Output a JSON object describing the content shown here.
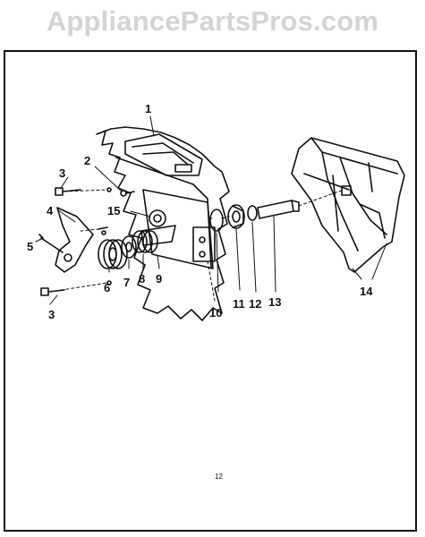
{
  "watermark": "AppliancePartsPros.com",
  "page_number": "12",
  "callouts": [
    "1",
    "2",
    "3",
    "4",
    "5",
    "6",
    "7",
    "8",
    "9",
    "10",
    "11",
    "12",
    "13",
    "14",
    "15",
    "3"
  ],
  "parts": [
    {
      "label": "1",
      "icon": "door-bracket-icon"
    },
    {
      "label": "2",
      "icon": "screw-icon"
    },
    {
      "label": "3",
      "icon": "screw-icon"
    },
    {
      "label": "4",
      "icon": "latch-lever-icon"
    },
    {
      "label": "5",
      "icon": "pin-icon"
    },
    {
      "label": "6",
      "icon": "spring-icon"
    },
    {
      "label": "7",
      "icon": "washer-icon"
    },
    {
      "label": "8",
      "icon": "spring-icon"
    },
    {
      "label": "9",
      "icon": "mounting-plate-icon"
    },
    {
      "label": "10",
      "icon": "retainer-clip-icon"
    },
    {
      "label": "11",
      "icon": "bushing-icon"
    },
    {
      "label": "12",
      "icon": "washer-icon"
    },
    {
      "label": "13",
      "icon": "shaft-icon"
    },
    {
      "label": "14",
      "icon": "door-panel-icon"
    },
    {
      "label": "15",
      "icon": "cam-icon"
    }
  ]
}
